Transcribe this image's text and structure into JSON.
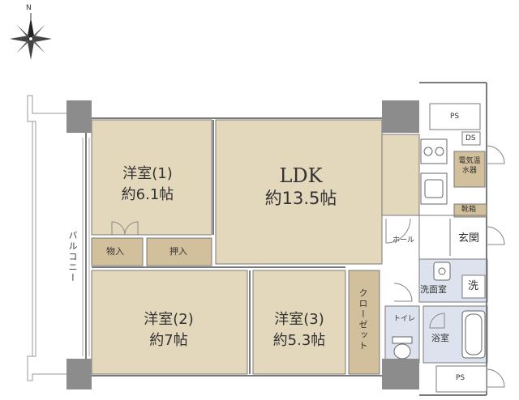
{
  "compass": {
    "north_label": "N"
  },
  "colors": {
    "room_fill": "#e3d7bc",
    "storage_fill": "#d2bf9b",
    "wall": "#8c8c8c",
    "wet_area": "#dde3ee",
    "line": "#7a7a7a"
  },
  "rooms": {
    "western1": {
      "name": "洋室(1)",
      "size": "約6.1帖"
    },
    "ldk": {
      "name": "LDK",
      "size": "約13.5帖"
    },
    "western2": {
      "name": "洋室(2)",
      "size": "約7帖"
    },
    "western3": {
      "name": "洋室(3)",
      "size": "約5.3帖"
    }
  },
  "labels": {
    "storage": "物入",
    "closet_push": "押入",
    "closet": "クローゼット",
    "balcony": "バルコニー",
    "hall": "ホール",
    "entrance": "玄関",
    "shoe_box": "靴箱",
    "water_heater": "電気温水器",
    "washroom": "洗面室",
    "washer": "洗",
    "toilet": "トイレ",
    "bathroom": "浴室",
    "ps_top": "PS",
    "ps_bottom": "PS",
    "ds": "DS"
  },
  "icons": [
    "compass-rose-icon",
    "stove-icon",
    "sink-icon",
    "toilet-icon",
    "bathtub-icon",
    "washbasin-icon"
  ]
}
